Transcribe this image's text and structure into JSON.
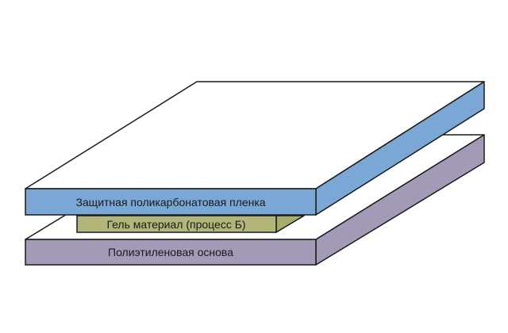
{
  "diagram": {
    "layers": {
      "top": {
        "label": "Защитная поликарбонатовая пленка",
        "face_color": "#ffffff",
        "front_color": "#7aa7d6",
        "side_color": "#7aa7d6"
      },
      "middle": {
        "label": "Гель материал (процесс Б)",
        "front_color": "#b3b57a",
        "side_color": "#a9ab6e"
      },
      "bottom": {
        "label": "Полиэтиленовая основа",
        "face_color": "#ffffff",
        "front_color": "#a39ab7",
        "side_color": "#a39ab7"
      }
    },
    "outline_color": "#1a1a1a"
  }
}
